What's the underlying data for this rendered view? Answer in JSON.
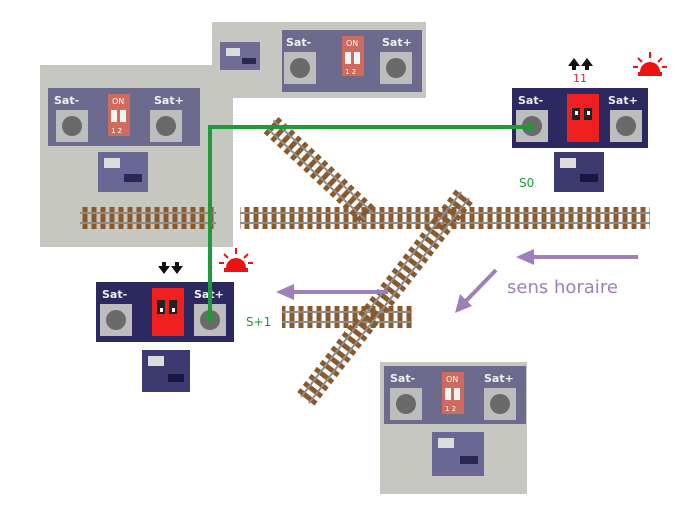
{
  "colors": {
    "gray_panel": "#c7c7c1",
    "board_purple": "#3d3a72",
    "switch_red": "#ee2020",
    "switch_dim": "#cf6a5e",
    "wire_green": "#1f9a3a",
    "arrow_violet": "#a07fb8",
    "rail_brown": "#8a5a2c",
    "alarm_red": "#ee1111"
  },
  "satellites": [
    {
      "id": "top-center",
      "sat_minus": "Sat-",
      "sat_plus": "Sat+",
      "switch_on": "ON",
      "switch_nums": "1 2",
      "active": false
    },
    {
      "id": "left-upper",
      "sat_minus": "Sat-",
      "sat_plus": "Sat+",
      "switch_on": "ON",
      "switch_nums": "1 2",
      "active": false
    },
    {
      "id": "right-active",
      "sat_minus": "Sat-",
      "sat_plus": "Sat+",
      "switch_on": "",
      "switch_nums": "",
      "active": true
    },
    {
      "id": "left-active",
      "sat_minus": "Sat-",
      "sat_plus": "Sat+",
      "switch_on": "",
      "switch_nums": "",
      "active": true
    },
    {
      "id": "bottom-right",
      "sat_minus": "Sat-",
      "sat_plus": "Sat+",
      "switch_on": "ON",
      "switch_nums": "1 2",
      "active": false
    }
  ],
  "labels": {
    "s0": "S0",
    "s_plus_1": "S+1",
    "direction": "sens horaire",
    "code_11": "11"
  },
  "icons": {
    "alarm": "alarm-light-icon",
    "arrows_up": "double-arrow-up-icon",
    "arrows_down": "double-arrow-down-icon"
  }
}
